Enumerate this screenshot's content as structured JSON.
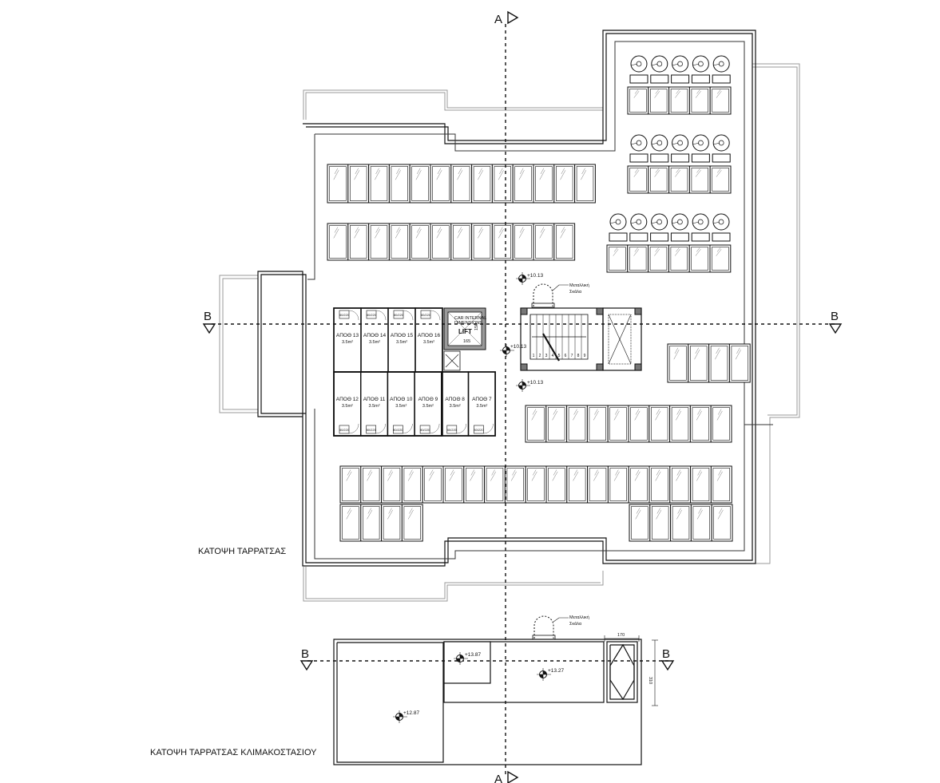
{
  "titles": {
    "roof_plan": "ΚΑΤΟΨΗ ΤΑΡΡΑΤΣΑΣ",
    "stair_roof_plan": "ΚΑΤΟΨΗ ΤΑΡΡΑΤΣΑΣ ΚΛΙΜΑΚΟΣΤΑΣΙΟΥ"
  },
  "section_marks": {
    "a": "A",
    "b": "B"
  },
  "levels": {
    "roof_upper": "+10.13",
    "roof_mid": "+10.13",
    "roof_lower": "+10.13",
    "stair_top": "+13.87",
    "stair_roof": "+13.27",
    "stair_low": "+12.87"
  },
  "notes": {
    "metal_ladder_1a": "Μεταλλική",
    "metal_ladder_1b": "Σκάλα",
    "metal_ladder_2a": "Μεταλλική",
    "metal_ladder_2b": "Σκάλα"
  },
  "lift": {
    "label": "LIFT",
    "line1": "CAR INTERNAL",
    "line2": "DIMENSIONS",
    "width": "165",
    "depth": "150"
  },
  "door_tag": "80/220",
  "storage_rooms": {
    "top_row": [
      {
        "name": "ΑΠΟΘ 13",
        "area": "3.5m²"
      },
      {
        "name": "ΑΠΟΘ 14",
        "area": "3.5m²"
      },
      {
        "name": "ΑΠΟΘ 15",
        "area": "3.5m²"
      },
      {
        "name": "ΑΠΟΘ 16",
        "area": "3.5m²"
      }
    ],
    "bottom_row": [
      {
        "name": "ΑΠΟΘ 12",
        "area": "3.5m²"
      },
      {
        "name": "ΑΠΟΘ 11",
        "area": "3.5m²"
      },
      {
        "name": "ΑΠΟΘ 10",
        "area": "3.5m²"
      },
      {
        "name": "ΑΠΟΘ 9",
        "area": "3.5m²"
      },
      {
        "name": "ΑΠΟΘ 8",
        "area": "3.5m²"
      },
      {
        "name": "ΑΠΟΘ 7",
        "area": "3.5m²"
      }
    ]
  },
  "stair_numbers": [
    "1",
    "2",
    "3",
    "4",
    "5",
    "6",
    "7",
    "8",
    "9"
  ],
  "dimensions": {
    "width": "170",
    "height": "310"
  }
}
